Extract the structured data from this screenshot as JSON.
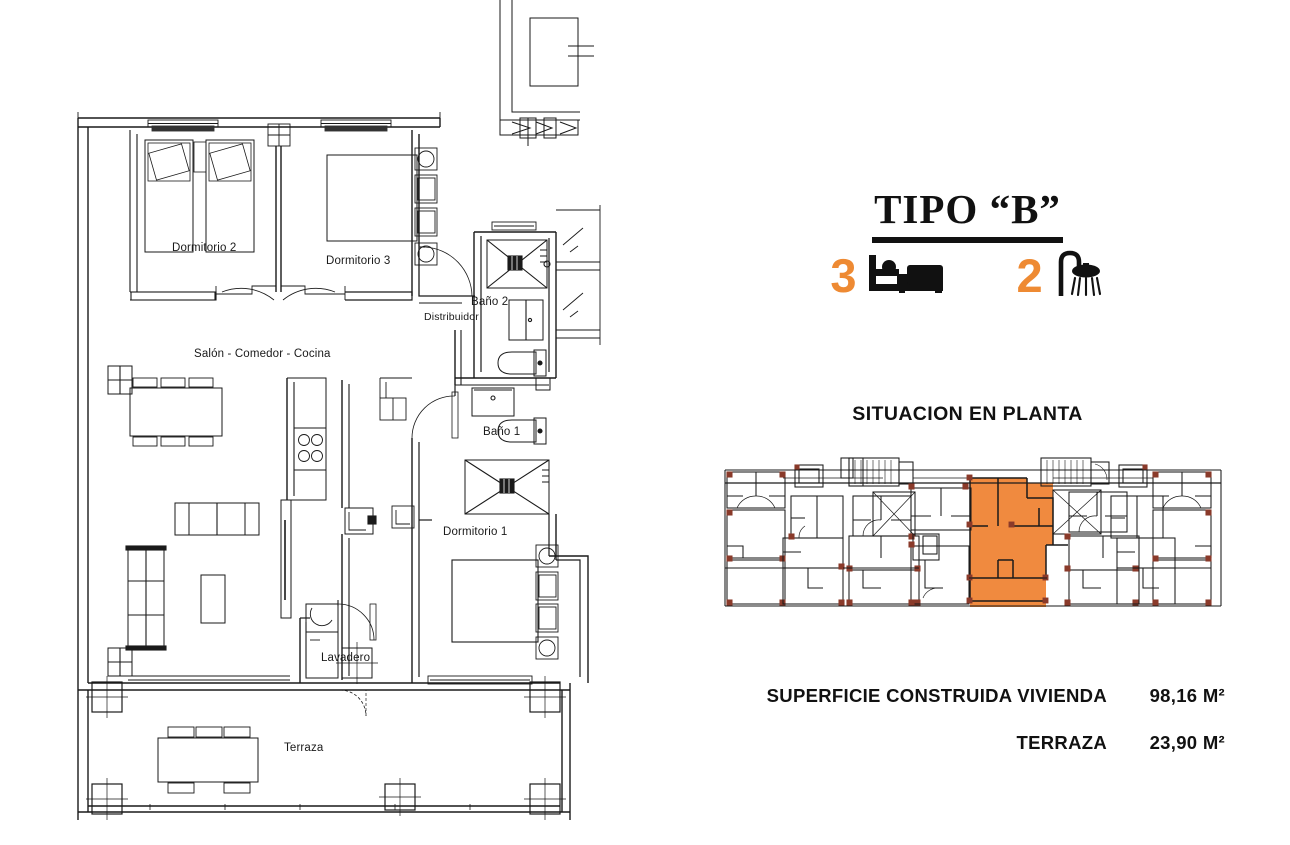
{
  "document": {
    "kind": "real-estate-floor-plan",
    "type_title": "TIPO “B”"
  },
  "features": [
    {
      "count": "3",
      "icon": "bed-icon",
      "meaning": "bedrooms"
    },
    {
      "count": "2",
      "icon": "shower-icon",
      "meaning": "bathrooms"
    }
  ],
  "situation": {
    "title": "SITUACION EN PLANTA",
    "highlight_color": "#F08A3F",
    "highlighted_unit": "center"
  },
  "areas": [
    {
      "label": "SUPERFICIE CONSTRUIDA VIVIENDA",
      "value": "98,16 M²"
    },
    {
      "label": "TERRAZA",
      "value": "23,90 M²"
    }
  ],
  "floor_plan": {
    "rooms": [
      {
        "id": "dormitorio2",
        "label": "Dormitorio 2"
      },
      {
        "id": "dormitorio3",
        "label": "Dormitorio 3"
      },
      {
        "id": "distribuidor",
        "label": "Distribuidor"
      },
      {
        "id": "bano2",
        "label": "Baño 2"
      },
      {
        "id": "bano1",
        "label": "Baño 1"
      },
      {
        "id": "dormitorio1",
        "label": "Dormitorio 1"
      },
      {
        "id": "salon",
        "label": "Salón - Comedor - Cocina"
      },
      {
        "id": "lavadero",
        "label": "Lavadero"
      },
      {
        "id": "terraza",
        "label": "Terraza"
      }
    ]
  },
  "colors": {
    "accent_orange": "#EE8A33",
    "highlight_fill": "#F08A3F",
    "line": "#1a1a1a",
    "text": "#111111",
    "background": "#ffffff"
  }
}
